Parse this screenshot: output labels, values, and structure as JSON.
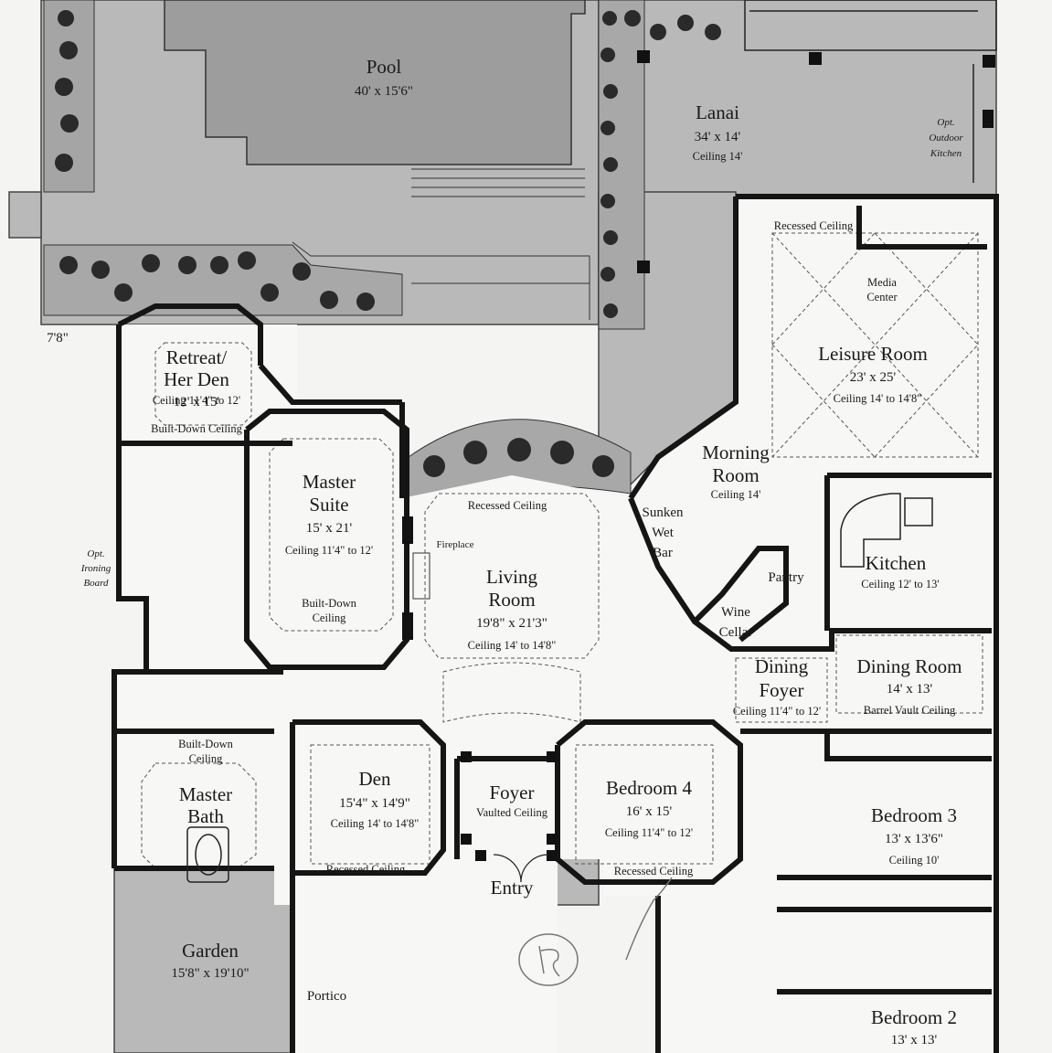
{
  "rooms": {
    "pool": {
      "name": "Pool",
      "size": "40' x 15'6\""
    },
    "lanai": {
      "name": "Lanai",
      "size": "34' x 14'",
      "ceiling": "Ceiling 14'"
    },
    "outdoor_kitchen": {
      "line1": "Opt.",
      "line2": "Outdoor",
      "line3": "Kitchen"
    },
    "retreat": {
      "name1": "Retreat/",
      "name2": "Her Den",
      "size": "12' x 15'",
      "ceiling": "Ceiling 11'4\" to 12'",
      "note": "Built-Down Ceiling"
    },
    "master_suite": {
      "name1": "Master",
      "name2": "Suite",
      "size": "15' x 21'",
      "ceiling": "Ceiling 11'4\" to 12'",
      "note1": "Built-Down",
      "note2": "Ceiling"
    },
    "ironing": {
      "line1": "Opt.",
      "line2": "Ironing",
      "line3": "Board"
    },
    "living": {
      "name1": "Living",
      "name2": "Room",
      "size": "19'8\" x 21'3\"",
      "ceiling": "Ceiling 14' to 14'8\"",
      "note": "Recessed Ceiling",
      "fireplace": "Fireplace"
    },
    "leisure": {
      "name": "Leisure Room",
      "size": "23' x 25'",
      "ceiling": "Ceiling 14' to 14'8\"",
      "note": "Recessed Ceiling",
      "media1": "Media",
      "media2": "Center"
    },
    "morning": {
      "name1": "Morning",
      "name2": "Room",
      "ceiling": "Ceiling 14'"
    },
    "wet_bar": {
      "line1": "Sunken",
      "line2": "Wet",
      "line3": "Bar"
    },
    "pantry": {
      "name": "Pantry"
    },
    "kitchen": {
      "name": "Kitchen",
      "ceiling": "Ceiling 12' to 13'"
    },
    "wine": {
      "line1": "Wine",
      "line2": "Cellar"
    },
    "dining_foyer": {
      "name1": "Dining",
      "name2": "Foyer",
      "ceiling": "Ceiling 11'4\" to 12'"
    },
    "dining_room": {
      "name": "Dining Room",
      "size": "14' x 13'",
      "ceiling": "Barrel Vault Ceiling"
    },
    "master_bath": {
      "name1": "Master",
      "name2": "Bath",
      "note1": "Built-Down",
      "note2": "Ceiling"
    },
    "den": {
      "name": "Den",
      "size": "15'4\" x 14'9\"",
      "ceiling": "Ceiling 14' to 14'8\"",
      "note": "Recessed Ceiling"
    },
    "foyer": {
      "name": "Foyer",
      "ceiling": "Vaulted Ceiling"
    },
    "bedroom4": {
      "name": "Bedroom 4",
      "size": "16' x 15'",
      "ceiling": "Ceiling 11'4\" to 12'",
      "note": "Recessed Ceiling"
    },
    "bedroom3": {
      "name": "Bedroom 3",
      "size": "13' x 13'6\"",
      "ceiling": "Ceiling 10'"
    },
    "bedroom2": {
      "name": "Bedroom 2",
      "size": "13' x 13'"
    },
    "entry": {
      "name": "Entry"
    },
    "garden": {
      "name": "Garden",
      "size": "15'8\" x 19'10\""
    },
    "portico": {
      "name": "Portico"
    }
  },
  "dimension_note": "7'8\"",
  "colors": {
    "outdoor_gray": "#b9b9b9",
    "paper": "#f4f4f2",
    "wall": "#151515",
    "plant": "#2a2a2a"
  }
}
